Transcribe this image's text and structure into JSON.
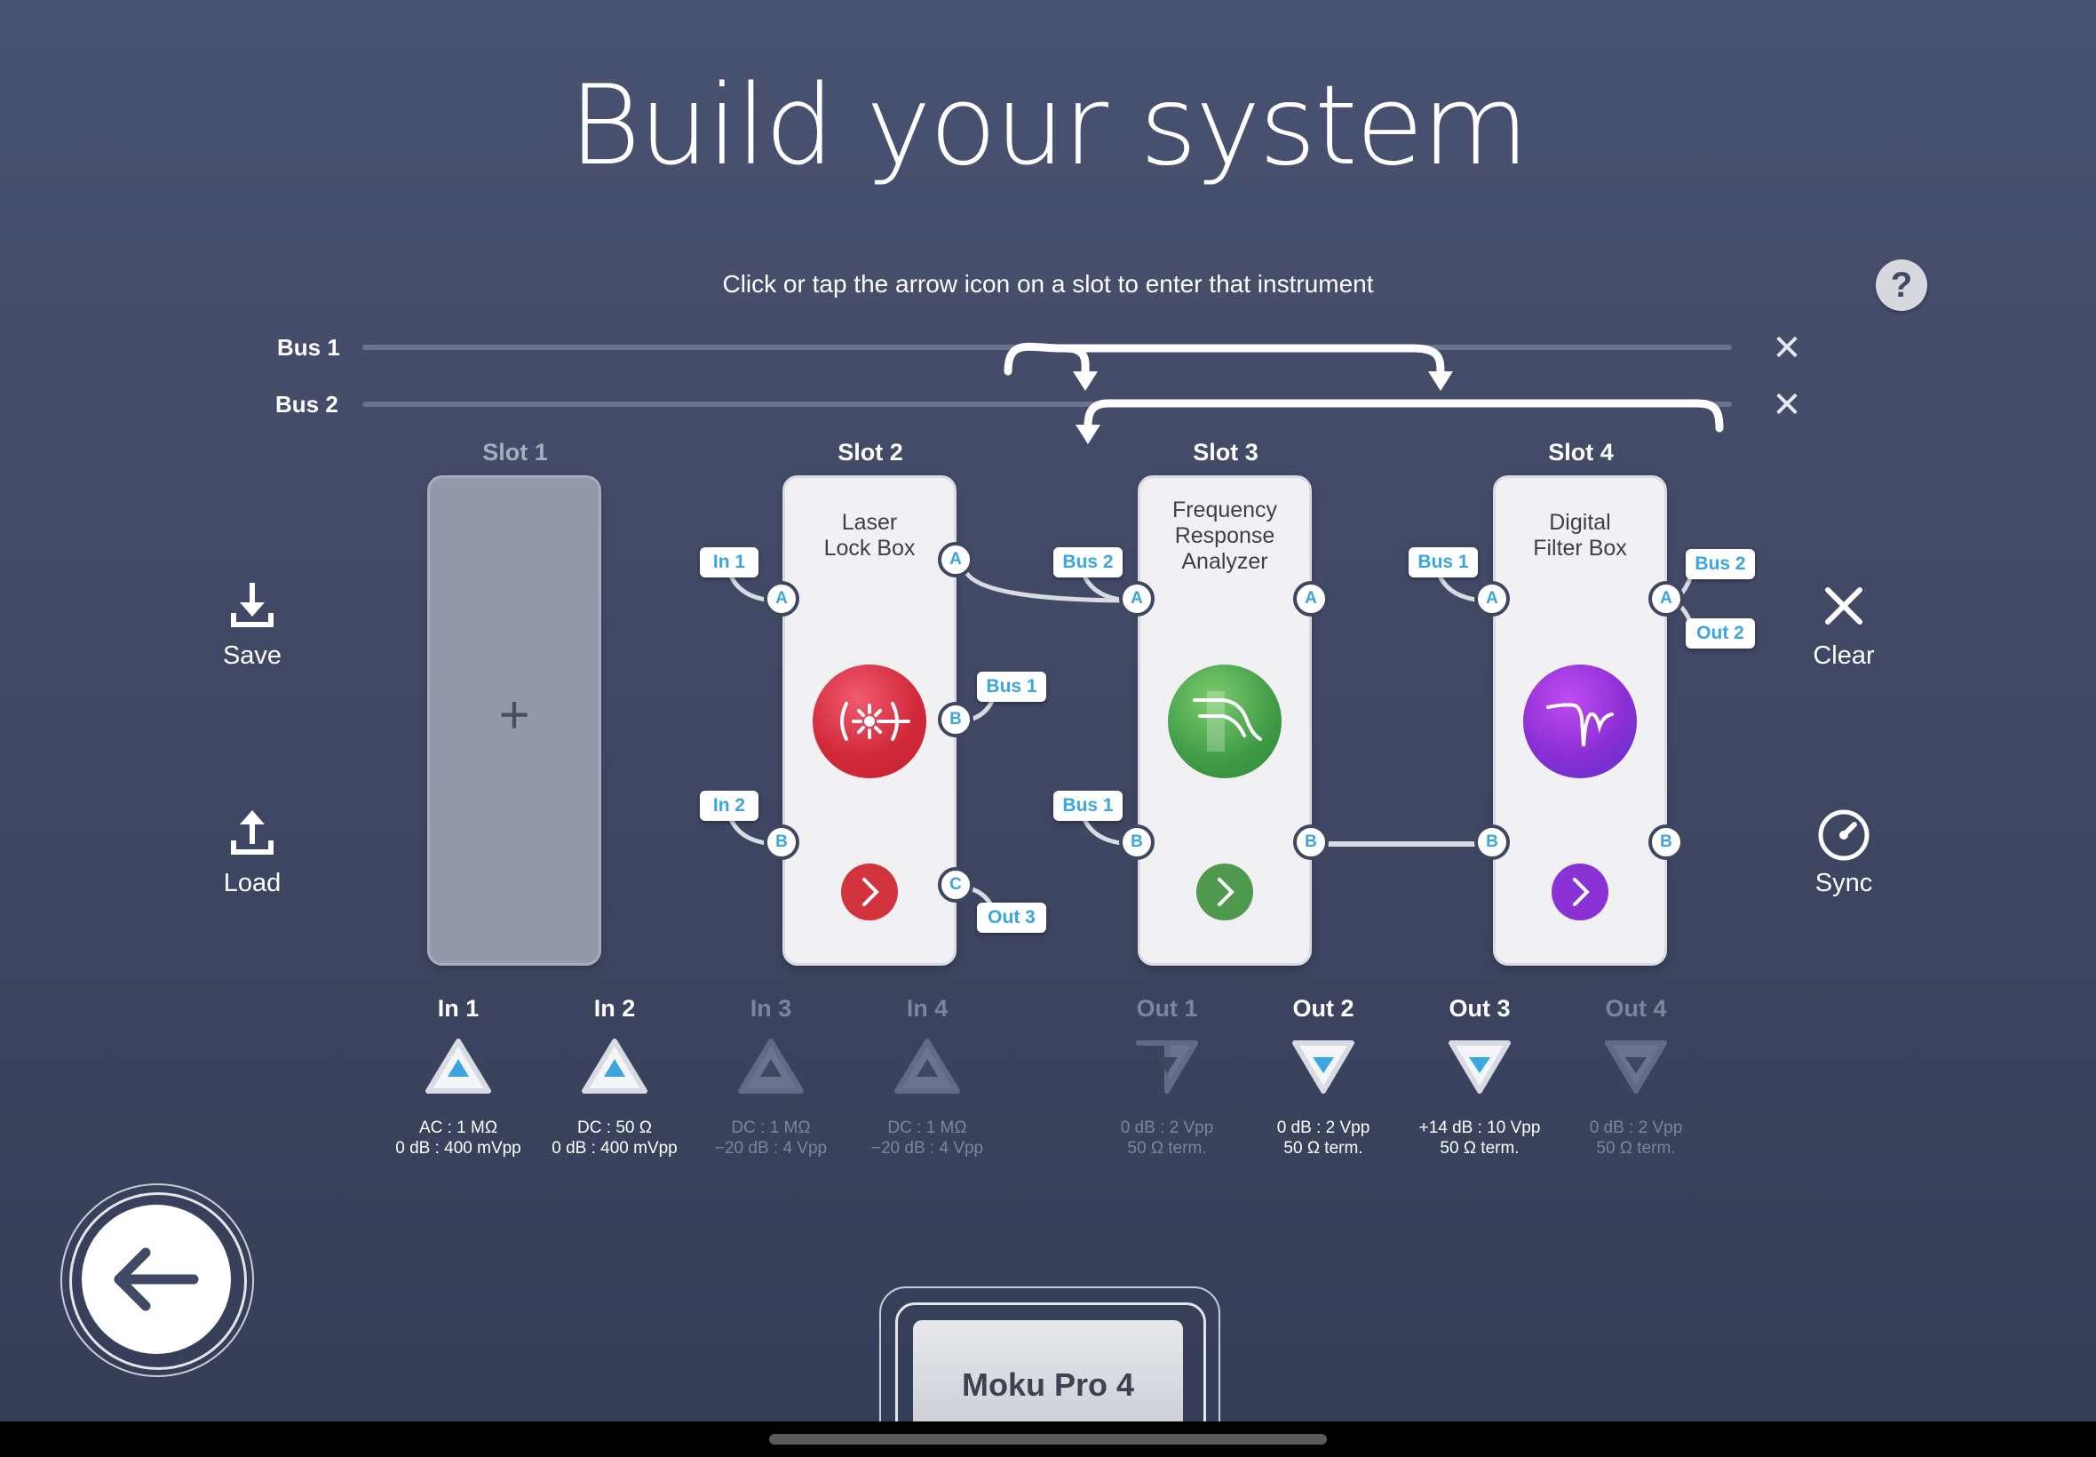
{
  "title": "Build your system",
  "hint": "Click or tap the arrow icon on a slot to enter that instrument",
  "help": {
    "label": "?",
    "icon": "question-icon"
  },
  "buses": [
    {
      "label": "Bus 1",
      "clear": "✕"
    },
    {
      "label": "Bus 2",
      "clear": "✕"
    }
  ],
  "sidebar_left": {
    "save": {
      "label": "Save",
      "icon": "download-icon"
    },
    "load": {
      "label": "Load",
      "icon": "upload-icon"
    }
  },
  "sidebar_right": {
    "clear": {
      "label": "Clear",
      "icon": "close-icon"
    },
    "sync": {
      "label": "Sync",
      "icon": "gauge-icon"
    }
  },
  "slots": [
    {
      "label": "Slot 1",
      "empty": true,
      "plus": "+"
    },
    {
      "label": "Slot 2",
      "name_lines": [
        "Laser",
        "Lock Box"
      ],
      "color": "#d6333e",
      "ports": {
        "in_a": "A",
        "in_b": "B",
        "out_a": "A",
        "out_b": "B",
        "out_c": "C"
      },
      "tags": {
        "in_a": "In 1",
        "in_b": "In 2",
        "out_b": "Bus 1",
        "out_c": "Out 3"
      }
    },
    {
      "label": "Slot 3",
      "name_lines": [
        "Frequency",
        "Response",
        "Analyzer"
      ],
      "color": "#3f9b45",
      "ports": {
        "in_a": "A",
        "in_b": "B",
        "out_a": "A",
        "out_b": "B"
      },
      "tags": {
        "in_a": "Bus 2",
        "in_b": "Bus 1"
      }
    },
    {
      "label": "Slot 4",
      "name_lines": [
        "Digital",
        "Filter Box"
      ],
      "color": "#8b2fd6",
      "ports": {
        "in_a": "A",
        "in_b": "B",
        "out_a": "A",
        "out_b": "B"
      },
      "tags": {
        "in_a": "Bus 1",
        "out_a1": "Bus 2",
        "out_a2": "Out 2"
      }
    }
  ],
  "inputs": [
    {
      "label": "In 1",
      "spec1": "AC : 1 MΩ",
      "spec2": "0 dB : 400 mVpp",
      "active": true
    },
    {
      "label": "In 2",
      "spec1": "DC : 50 Ω",
      "spec2": "0 dB : 400 mVpp",
      "active": true
    },
    {
      "label": "In 3",
      "spec1": "DC : 1 MΩ",
      "spec2": "−20 dB : 4 Vpp",
      "active": false
    },
    {
      "label": "In 4",
      "spec1": "DC : 1 MΩ",
      "spec2": "−20 dB : 4 Vpp",
      "active": false
    }
  ],
  "outputs": [
    {
      "label": "Out 1",
      "spec1": "0 dB : 2 Vpp",
      "spec2": "50 Ω term.",
      "active": false
    },
    {
      "label": "Out 2",
      "spec1": "0 dB : 2 Vpp",
      "spec2": "50 Ω term.",
      "active": true
    },
    {
      "label": "Out 3",
      "spec1": "+14 dB : 10 Vpp",
      "spec2": "50 Ω term.",
      "active": true
    },
    {
      "label": "Out 4",
      "spec1": "0 dB : 2 Vpp",
      "spec2": "50 Ω term.",
      "active": false
    }
  ],
  "device": {
    "name": "Moku Pro 4"
  },
  "back": {
    "icon": "arrow-left-icon"
  },
  "colors": {
    "accent": "#3aa6dd",
    "background": "#414964"
  }
}
